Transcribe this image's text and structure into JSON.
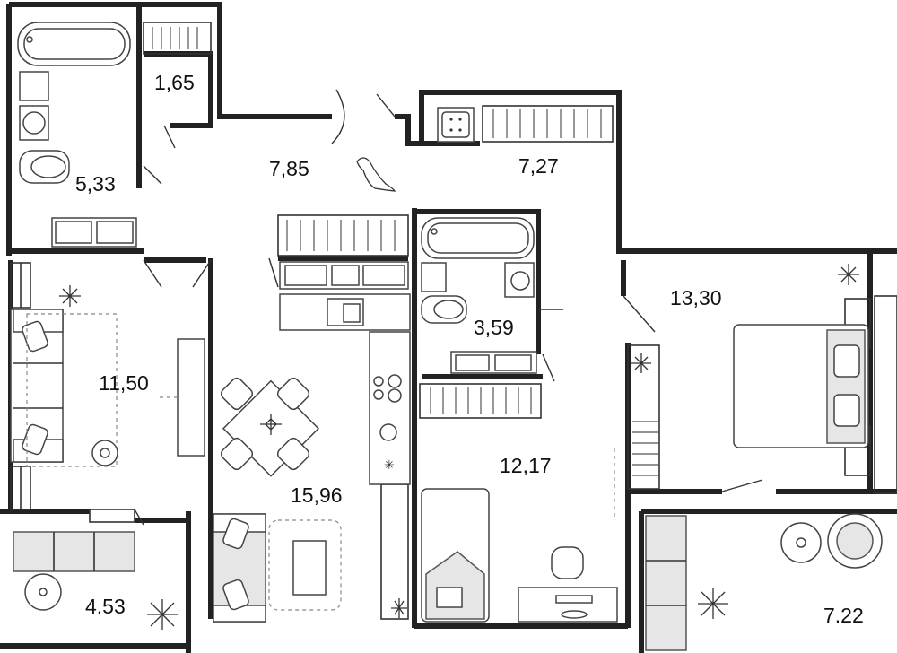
{
  "floor_plan": {
    "rooms": [
      {
        "id": "bathroom-main",
        "area": "5,33"
      },
      {
        "id": "wardrobe",
        "area": "1,65"
      },
      {
        "id": "hallway",
        "area": "7,85"
      },
      {
        "id": "corridor",
        "area": "7,27"
      },
      {
        "id": "living-room",
        "area": "11,50"
      },
      {
        "id": "kitchen-living",
        "area": "15,96"
      },
      {
        "id": "bathroom-second",
        "area": "3,59"
      },
      {
        "id": "bedroom",
        "area": "13,30"
      },
      {
        "id": "kids-room",
        "area": "12,17"
      },
      {
        "id": "balcony-left",
        "area": "4.53"
      },
      {
        "id": "balcony-right",
        "area": "7.22"
      }
    ]
  }
}
